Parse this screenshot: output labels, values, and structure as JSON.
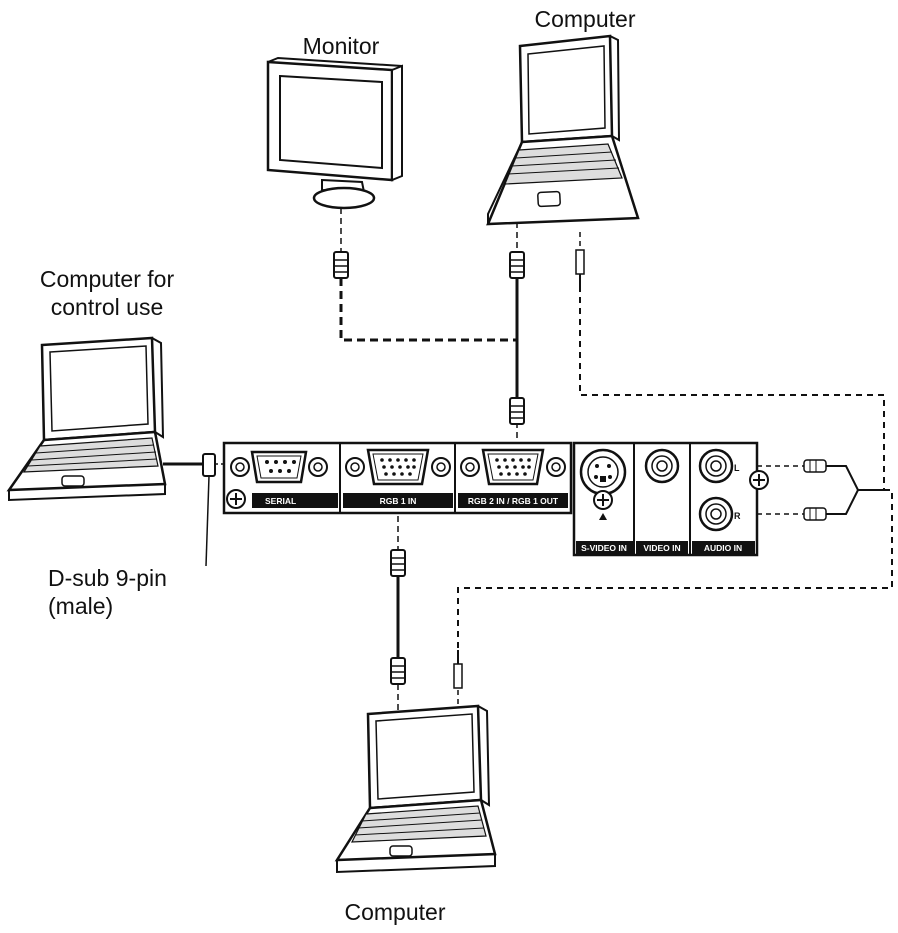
{
  "labels": {
    "monitor": "Monitor",
    "computer_top": "Computer",
    "control_line1": "Computer for",
    "control_line2": "control use",
    "dsub_line1": "D-sub 9-pin",
    "dsub_line2": "(male)",
    "computer_bottom": "Computer"
  },
  "ports": {
    "serial": "SERIAL",
    "rgb1_in": "RGB 1 IN",
    "rgb2_in_rgb1_out": "RGB 2 IN / RGB 1 OUT",
    "s_video_in": "S-VIDEO IN",
    "video_in": "VIDEO IN",
    "audio_in": "AUDIO IN",
    "audio_l": "L",
    "audio_r": "R"
  },
  "colors": {
    "ink": "#111111",
    "panel_label_bg": "#111111",
    "background": "#ffffff"
  }
}
